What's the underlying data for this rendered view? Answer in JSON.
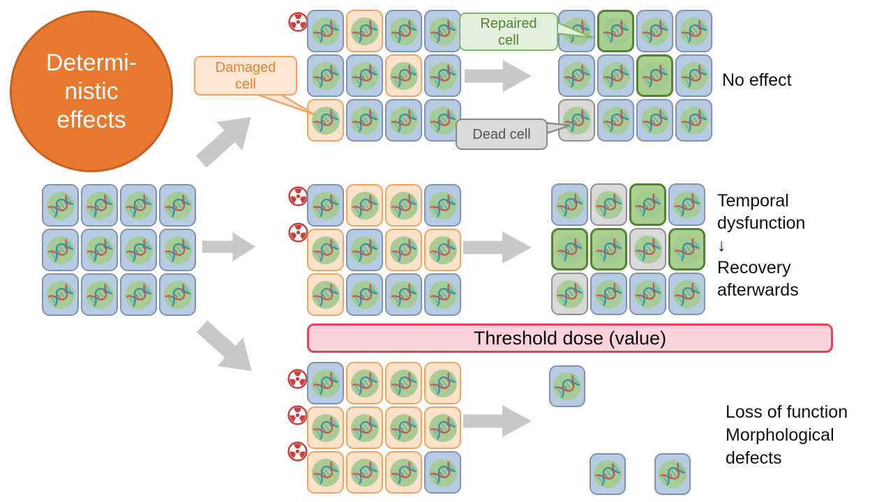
{
  "title": {
    "lines": [
      "Determi-",
      "nistic",
      "effects"
    ]
  },
  "callouts": {
    "damaged": {
      "lines": [
        "Damaged",
        "cell"
      ]
    },
    "repaired": {
      "lines": [
        "Repaired",
        "cell"
      ]
    },
    "dead": {
      "lines": [
        "Dead cell"
      ]
    }
  },
  "threshold_banner": {
    "label": "Threshold dose (value)"
  },
  "cell_state_legend": {
    "n": "normal",
    "d": "damaged",
    "r": "repaired",
    "x": "dead"
  },
  "colors": {
    "title_bubble": "#e8792f",
    "normal_cell_fill": "#b7cbe3",
    "damaged_cell_fill": "#fbe3cb",
    "damaged_cell_border": "#f0a264",
    "repaired_cell_fill": "#a9d08e",
    "repaired_cell_border": "#538135",
    "dead_cell_fill": "#d8d8d8",
    "nucleus_green": "#a4cb90",
    "arrow_gray": "#c8c8c8",
    "radiation_red": "#c9403e",
    "banner_fill": "#fbd3da",
    "banner_border": "#e8415b"
  },
  "source_grid": {
    "rows": [
      [
        "n",
        "n",
        "n",
        "n"
      ],
      [
        "n",
        "n",
        "n",
        "n"
      ],
      [
        "n",
        "n",
        "n",
        "n"
      ]
    ]
  },
  "scenarios": [
    {
      "radiation_count": 1,
      "irradiated_rows": [
        [
          "n",
          "d",
          "n",
          "n"
        ],
        [
          "n",
          "n",
          "d",
          "n"
        ],
        [
          "d",
          "n",
          "n",
          "n"
        ]
      ],
      "result_rows": [
        [
          "n",
          "r",
          "n",
          "n"
        ],
        [
          "n",
          "n",
          "r",
          "n"
        ],
        [
          "x",
          "n",
          "n",
          "n"
        ]
      ],
      "outcome_lines": [
        "No effect"
      ]
    },
    {
      "radiation_count": 2,
      "irradiated_rows": [
        [
          "n",
          "d",
          "d",
          "n"
        ],
        [
          "d",
          "n",
          "d",
          "d"
        ],
        [
          "d",
          "n",
          "n",
          "n"
        ]
      ],
      "result_rows": [
        [
          "n",
          "x",
          "r",
          "n"
        ],
        [
          "r",
          "r",
          "x",
          "r"
        ],
        [
          "x",
          "n",
          "n",
          "n"
        ]
      ],
      "outcome_lines": [
        "Temporal",
        "dysfunction",
        "↓",
        "Recovery",
        "afterwards"
      ]
    },
    {
      "radiation_count": 3,
      "irradiated_rows": [
        [
          "n",
          "d",
          "d",
          "d"
        ],
        [
          "d",
          "d",
          "d",
          "d"
        ],
        [
          "d",
          "d",
          "d",
          "n"
        ]
      ],
      "survivors": {
        "a": [
          [
            "n"
          ]
        ],
        "b": [
          [
            "n"
          ]
        ],
        "c": [
          [
            "n"
          ]
        ]
      },
      "outcome_lines": [
        "Loss of function",
        "Morphological",
        "defects"
      ]
    }
  ]
}
